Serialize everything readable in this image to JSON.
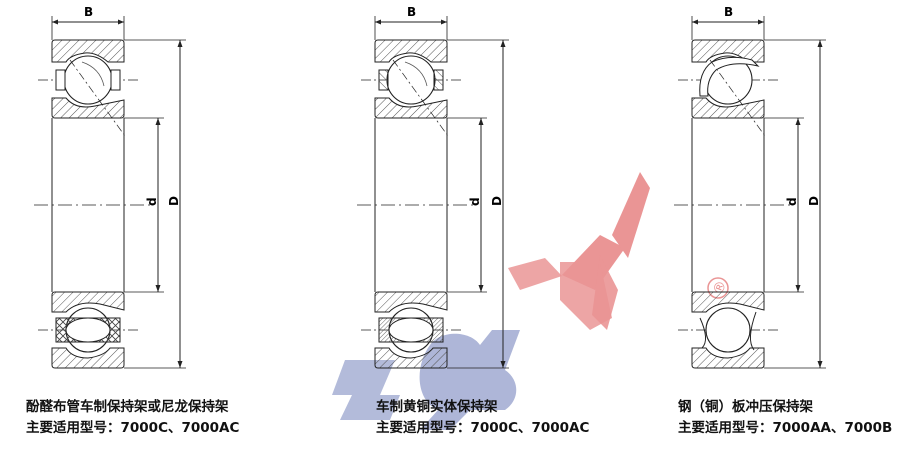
{
  "figures": [
    {
      "id": "phenolic",
      "width_label": "B",
      "bore_label": "d",
      "outer_label": "D",
      "cage_type": "酚醛布管车制保持架或尼龙保持架",
      "models": "主要适用型号：7000C、7000AC"
    },
    {
      "id": "brass",
      "width_label": "B",
      "bore_label": "d",
      "outer_label": "D",
      "cage_type": "车制黄铜实体保持架",
      "models": "主要适用型号：7000C、7000AC"
    },
    {
      "id": "steel",
      "width_label": "B",
      "bore_label": "d",
      "outer_label": "D",
      "cage_type": "钢（铜）板冲压保持架",
      "models": "主要适用型号：7000AA、7000B"
    }
  ],
  "watermark": {
    "registered_mark": "®",
    "colors": {
      "red": "#e88585",
      "blue": "#8f9cc8"
    }
  },
  "colors": {
    "line": "#2a2a2a",
    "hatch": "#5a5a5a"
  }
}
